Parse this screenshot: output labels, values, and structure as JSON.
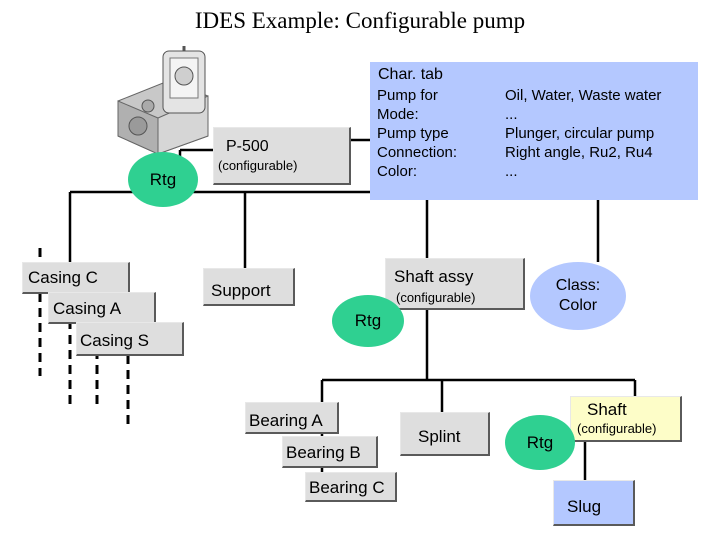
{
  "title": "IDES Example: Configurable pump",
  "root": {
    "name": "P-500",
    "sub": "(configurable)",
    "rtg": "Rtg"
  },
  "char_tab": {
    "title": "Char. tab",
    "labels": [
      "Pump for",
      "Mode:",
      "Pump type",
      "Connection:",
      "Color:"
    ],
    "values": [
      "Oil, Water, Waste water",
      "...",
      "Plunger, circular pump",
      "Right angle, Ru2, Ru4",
      "..."
    ]
  },
  "casings": [
    "Casing C",
    "Casing A",
    "Casing S"
  ],
  "support": "Support",
  "shaft_assy": {
    "name": "Shaft assy",
    "sub": "(configurable)",
    "rtg": "Rtg"
  },
  "class": {
    "line1": "Class:",
    "line2": "Color"
  },
  "bearings": [
    "Bearing A",
    "Bearing B",
    "Bearing C"
  ],
  "splint": "Splint",
  "shaft": {
    "name": "Shaft",
    "sub": "(configurable)",
    "rtg": "Rtg"
  },
  "slug": "Slug",
  "colors": {
    "box": "#dedede",
    "blue": "#b4c8ff",
    "green": "#2fd091",
    "yellow": "#fdfdc8"
  }
}
